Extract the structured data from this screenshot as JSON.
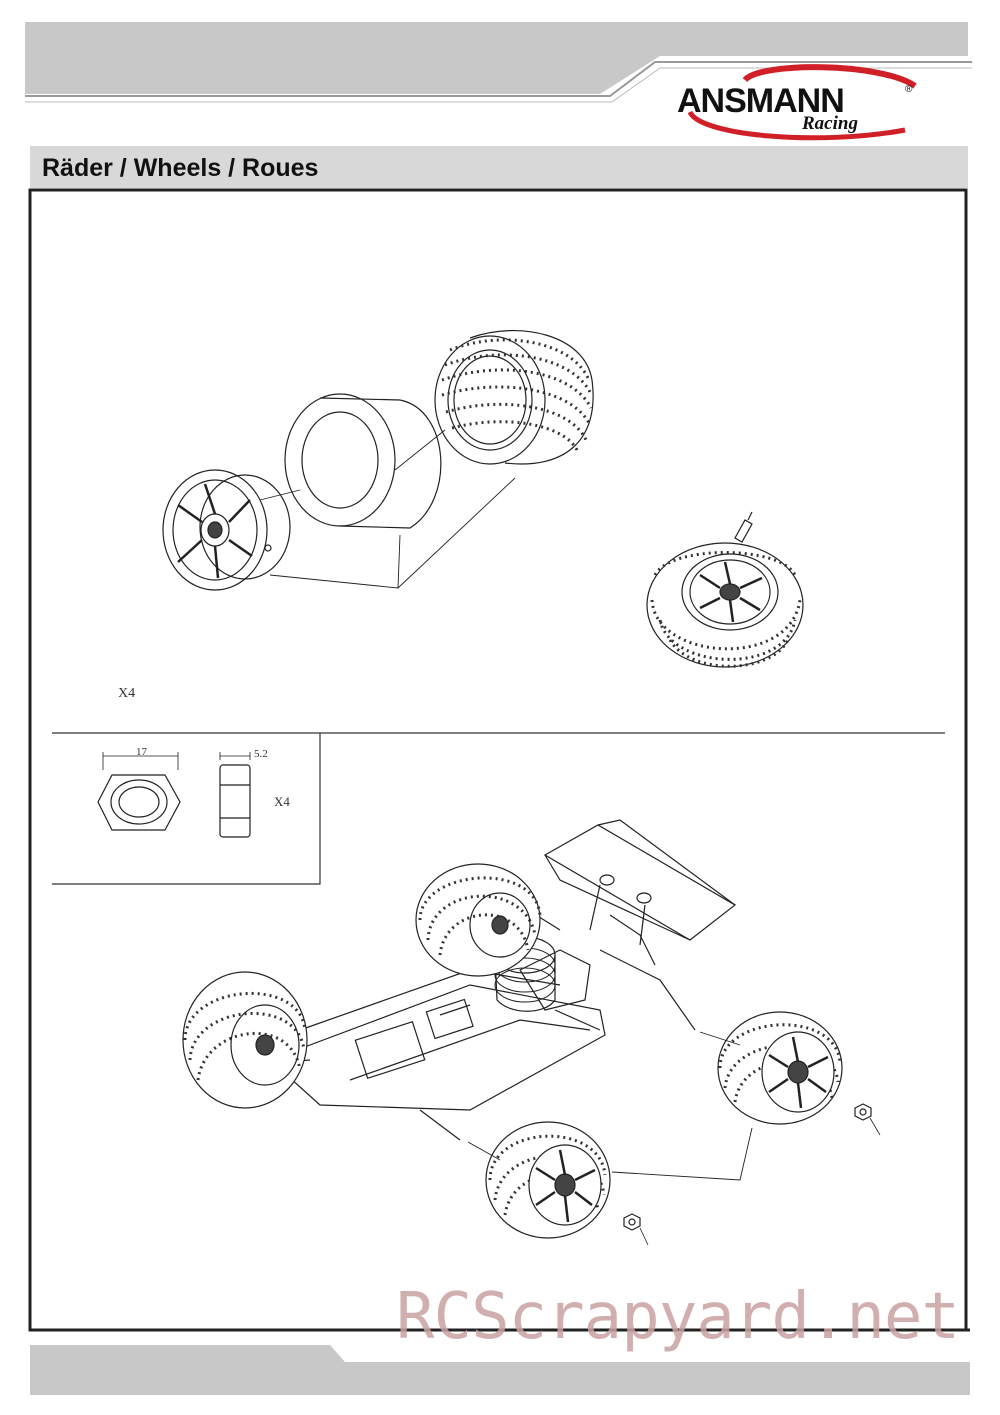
{
  "header": {
    "brand": "ANSMANN",
    "brand_sub": "Racing",
    "reg_mark": "®",
    "accent_color": "#d01f26"
  },
  "section": {
    "title": "Räder / Wheels / Roues"
  },
  "assembly": {
    "wheel_quantity": "X4",
    "nut_width": "17",
    "nut_thickness": "5.2",
    "nut_quantity": "X4"
  },
  "watermark": "RCScrapyard.net"
}
